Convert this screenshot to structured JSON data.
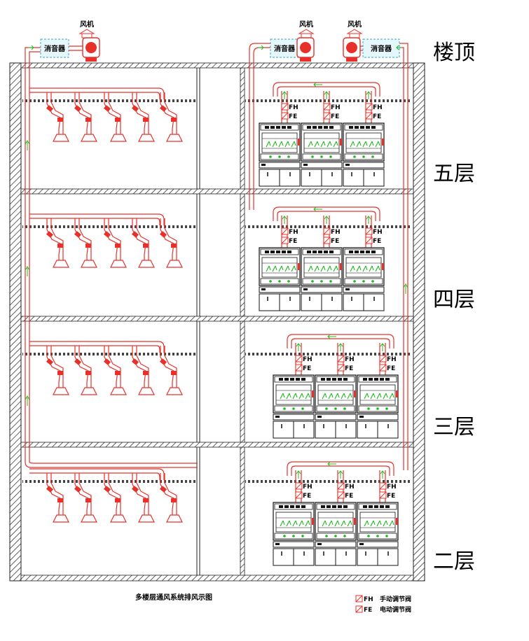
{
  "floors": [
    {
      "key": "roof",
      "label": "楼顶"
    },
    {
      "key": "f5",
      "label": "五层"
    },
    {
      "key": "f4",
      "label": "四层"
    },
    {
      "key": "f3",
      "label": "三层"
    },
    {
      "key": "f2",
      "label": "二层"
    }
  ],
  "equipment": {
    "fan_label": "风机",
    "silencer_label": "消音器",
    "fh_code": "FH",
    "fe_code": "FE"
  },
  "caption": "多楼层通风系统排风示图",
  "legend": [
    {
      "code": "FH",
      "desc": "手动调节阀"
    },
    {
      "code": "FE",
      "desc": "电动调节阀"
    }
  ],
  "colors": {
    "duct": "#e8302a",
    "wall": "#222222",
    "airflow": "#1fb81f",
    "silencer_fill": "#e6f7fb",
    "silencer_stroke": "#3aa6c8"
  }
}
